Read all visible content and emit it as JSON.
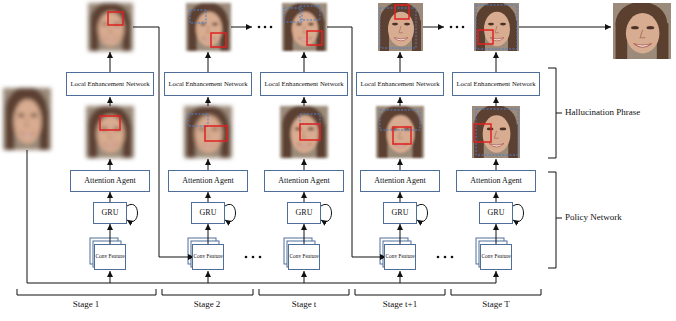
{
  "diagram": {
    "nodes": [
      {
        "text": [
          "Local Enhancement Network"
        ]
      },
      {
        "text": [
          "Attention Agent"
        ]
      },
      {
        "text": [
          "GRU"
        ]
      },
      {
        "text": [
          "Conv Feature"
        ]
      },
      {
        "text": [
          "Local Enhancement Network"
        ]
      },
      {
        "text": [
          "Attention Agent"
        ]
      },
      {
        "text": [
          "GRU"
        ]
      },
      {
        "text": [
          "Conv Feature"
        ]
      },
      {
        "text": [
          "Local Enhancement Network"
        ]
      },
      {
        "text": [
          "Attention Agent"
        ]
      },
      {
        "text": [
          "GRU"
        ]
      },
      {
        "text": [
          "Conv Feature"
        ]
      },
      {
        "text": [
          "Local Enhancement Network"
        ]
      },
      {
        "text": [
          "Attention Agent"
        ]
      },
      {
        "text": [
          "GRU"
        ]
      },
      {
        "text": [
          "Conv Feature"
        ]
      },
      {
        "text": [
          "Local Enhancement Network"
        ]
      },
      {
        "text": [
          "Attention Agent"
        ]
      },
      {
        "text": [
          "GRU"
        ]
      },
      {
        "text": [
          "Conv Feature"
        ]
      }
    ],
    "edges": [
      {
        "from": 3,
        "to": 2,
        "arrow": "to"
      },
      {
        "from": 2,
        "to": 1,
        "arrow": "to"
      },
      {
        "from": 7,
        "to": 6,
        "arrow": "to"
      },
      {
        "from": 6,
        "to": 5,
        "arrow": "to"
      },
      {
        "from": 11,
        "to": 10,
        "arrow": "to"
      },
      {
        "from": 10,
        "to": 9,
        "arrow": "to"
      },
      {
        "from": 15,
        "to": 14,
        "arrow": "to"
      },
      {
        "from": 14,
        "to": 13,
        "arrow": "to"
      },
      {
        "from": 19,
        "to": 18,
        "arrow": "to"
      },
      {
        "from": 18,
        "to": 17,
        "arrow": "to"
      }
    ],
    "labels": [
      "Hallucination Phrase",
      "Policy Network",
      "Stage 1",
      "Stage 2",
      "Stage t",
      "Stage t+1",
      "Stage T"
    ]
  }
}
